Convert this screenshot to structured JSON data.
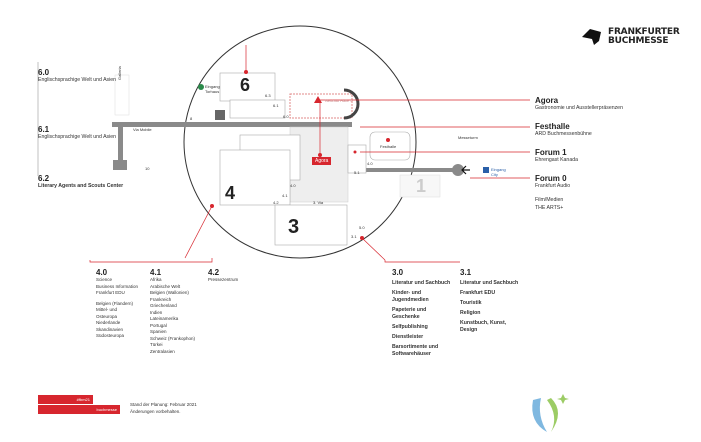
{
  "logo": {
    "line1": "FRANKFURTER",
    "line2": "BUCHMESSE"
  },
  "left": [
    {
      "num": "6.0",
      "desc": "Englischsprachige Welt und Asien"
    },
    {
      "num": "6.1",
      "desc": "Englischsprachige Welt und Asien"
    },
    {
      "num": "6.2",
      "desc": "Literary Agents and Scouts Center"
    }
  ],
  "right": [
    {
      "title": "Agora",
      "desc": "Gastronomie und Ausstellerpräsenzen"
    },
    {
      "title": "Festhalle",
      "desc": "ARD Buchmessenbühne"
    },
    {
      "title": "Forum 1",
      "desc": "Ehrengast Kanada"
    },
    {
      "title": "Forum 0",
      "desc": "Frankfurt Audio"
    },
    {
      "title": "",
      "desc": "Film/Medien"
    },
    {
      "title": "",
      "desc": "THE ARTS+"
    }
  ],
  "hall4": [
    {
      "num": "4.0",
      "items": [
        "Science",
        "Business Information",
        "Frankfurt EDU",
        "",
        "Belgien (Flandern)",
        "Mittel- und",
        "Osteuropa",
        "Niederlande",
        "Skandinavien",
        "Südosteuropa"
      ]
    },
    {
      "num": "4.1",
      "items": [
        "Afrika",
        "Arabische Welt",
        "Belgien (Wallonien)",
        "Frankreich",
        "Griechenland",
        "Indien",
        "Lateinamerika",
        "Portugal",
        "Spanien",
        "Schweiz (Frankophon)",
        "Türkei",
        "Zentralasien"
      ]
    },
    {
      "num": "4.2",
      "items": [
        "Pressezentrum"
      ]
    }
  ],
  "hall3": [
    {
      "num": "3.0",
      "items": [
        "Literatur und Sachbuch",
        "Kinder- und Jugendmedien",
        "Papeterie und Geschenke",
        "Selfpublishing",
        "Dienstleister",
        "Barsortimente und Softwarehäuser"
      ]
    },
    {
      "num": "3.1",
      "items": [
        "Literatur und Sachbuch",
        "Frankfurt EDU",
        "Touristik",
        "Religion",
        "Kunstbuch, Kunst, Design"
      ]
    }
  ],
  "map": {
    "hall6": "6",
    "hall4": "4",
    "hall3": "3",
    "hall1": "1",
    "agora": "Agora",
    "festhalle": "Festhalle",
    "messeturm": "Messeturm",
    "eingang_torhaus": "Eingang Torhaus",
    "eingang_city": "Eingang City",
    "galleria": "Galleria",
    "via_mobile": "Via Mobile",
    "neubau": "Neubau Halle 5",
    "via": "3. Via",
    "hall10": "10",
    "hall8": "8",
    "sub": [
      "6.3",
      "6.1",
      "6.0",
      "4.0",
      "4.1",
      "4.2",
      "5.0",
      "3.1",
      "4.0",
      "5.1"
    ]
  },
  "legend": {
    "hashtag": "#fbm21",
    "handle": "buchmesse",
    "note1": "Stand der Planung: Februar 2021",
    "note2": "Änderungen vorbehalten."
  },
  "colors": {
    "accent": "#d7262e",
    "path": "#8a8a8a"
  }
}
